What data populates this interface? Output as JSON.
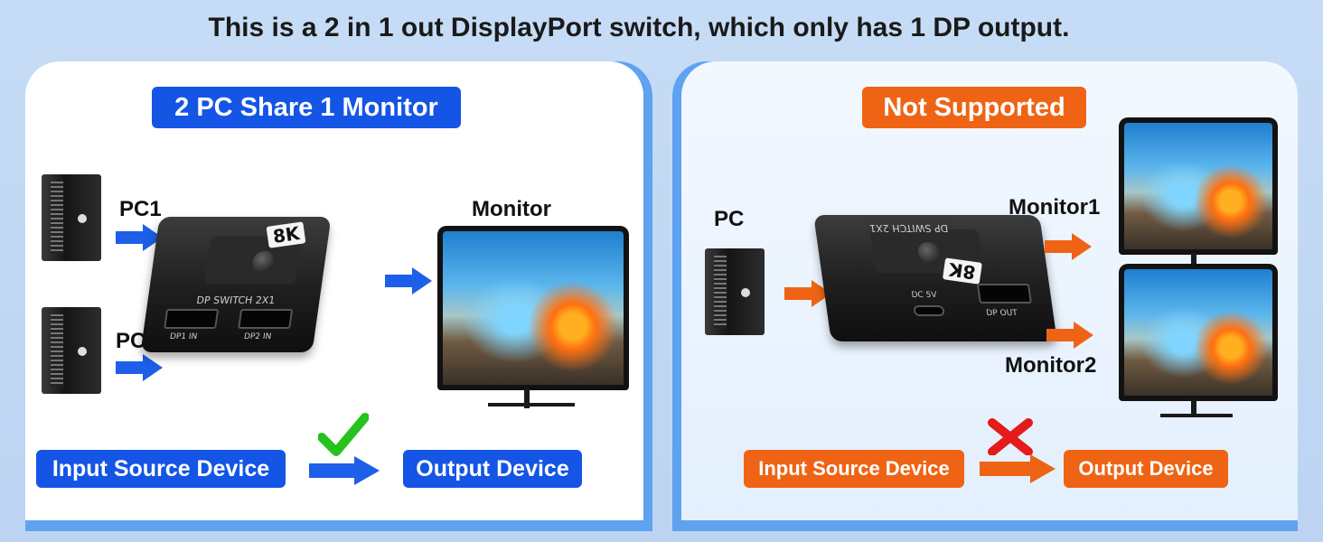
{
  "headline": "This is a 2 in 1 out DisplayPort switch, which only has 1 DP output.",
  "left": {
    "title": "2 PC Share 1 Monitor",
    "pc1": "PC1",
    "pc2": "PC2",
    "monitor": "Monitor",
    "switch_label": "DP SWITCH 2X1",
    "port1": "DP1 IN",
    "port2": "DP2 IN",
    "badge": "8K",
    "input": "Input Source Device",
    "output": "Output Device",
    "status_icon": "check-icon",
    "accent": "#1455e6"
  },
  "right": {
    "title": "Not Supported",
    "pc": "PC",
    "monitor1": "Monitor1",
    "monitor2": "Monitor2",
    "switch_label": "DP SWITCH 2X1",
    "port_dc": "DC 5V",
    "port_out": "DP OUT",
    "badge": "8K",
    "input": "Input Source Device",
    "output": "Output Device",
    "status_icon": "cross-icon",
    "accent": "#ee6414"
  }
}
